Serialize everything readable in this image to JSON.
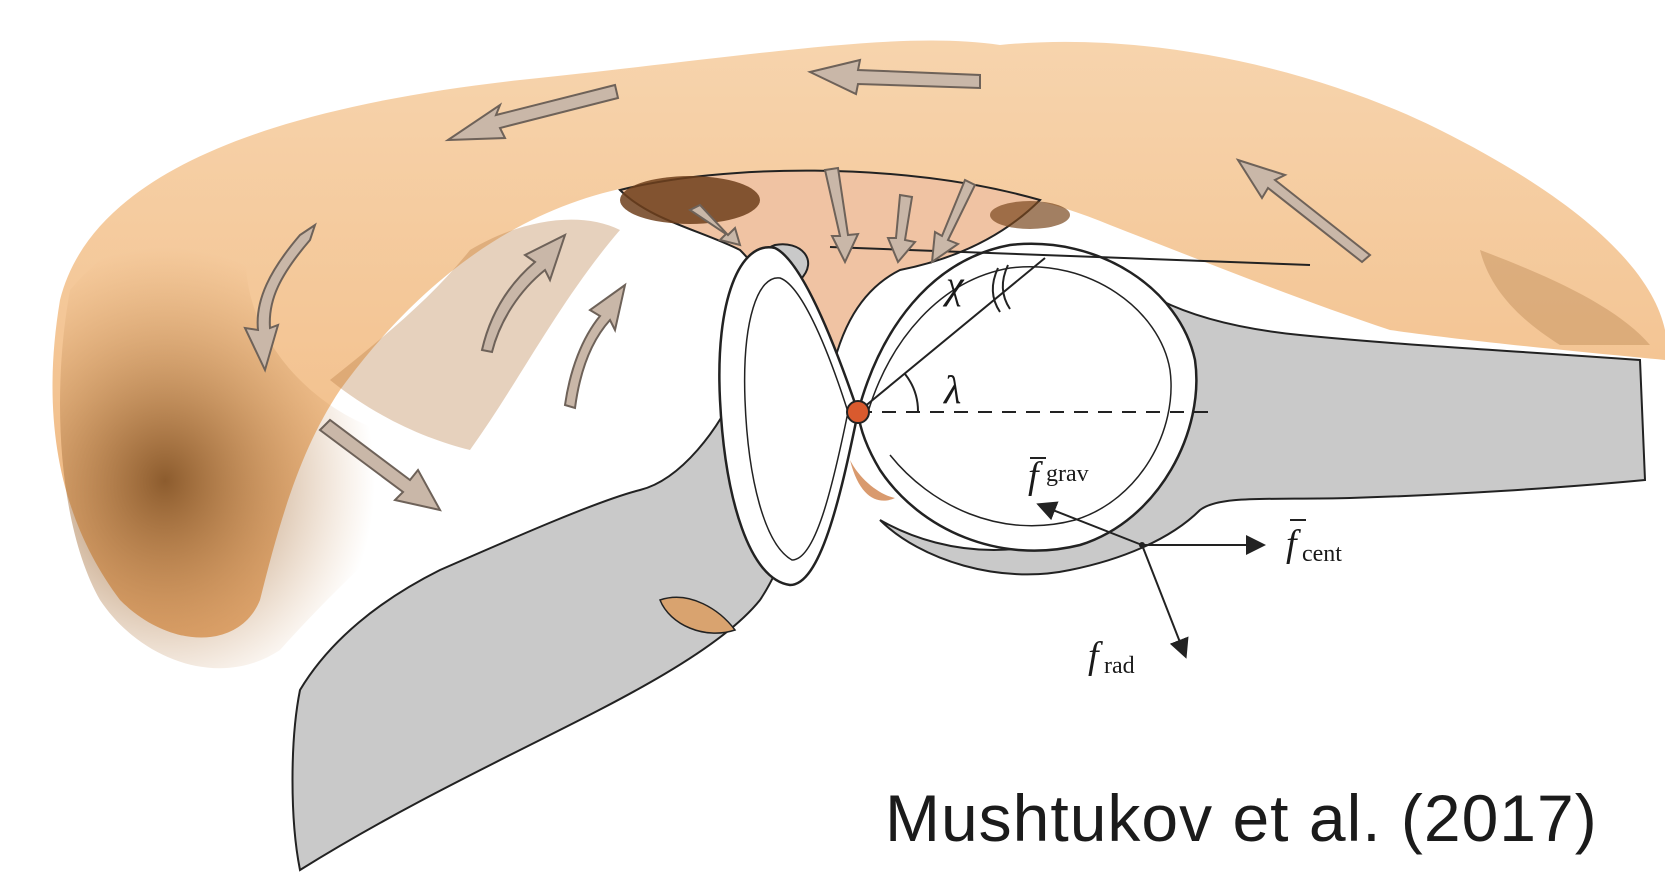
{
  "labels": {
    "chi": "χ",
    "lambda": "λ",
    "f_grav": {
      "symbol": "f",
      "subscript": "grav"
    },
    "f_cent": {
      "symbol": "f",
      "subscript": "cent"
    },
    "f_rad": {
      "symbol": "f",
      "subscript": "rad"
    }
  },
  "citation": "Mushtukov et al. (2017)",
  "colors": {
    "outflow_light": "#f6cfa6",
    "outflow_mid": "#e9b37e",
    "outflow_dark": "#8a5a2a",
    "cavity": "#f1c4a8",
    "disk_grey": "#c9c9c9",
    "outline": "#222222",
    "arrow_fill": "#c9b7a8",
    "arrow_stroke": "#6e6259",
    "neutron_star": "#d95a2e"
  },
  "icons": {
    "flow_arrow": "flow-arrow-icon",
    "neutron_star": "neutron-star-icon"
  }
}
